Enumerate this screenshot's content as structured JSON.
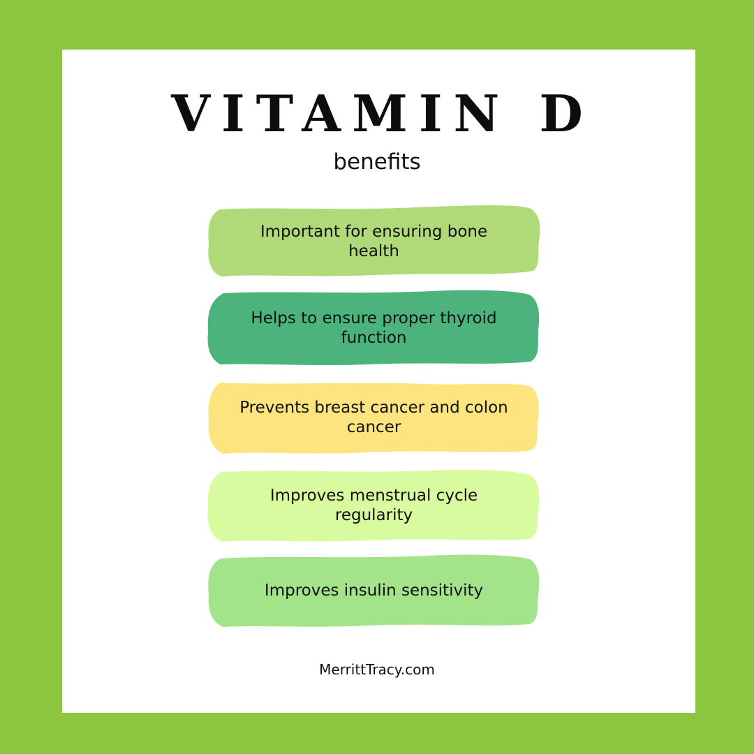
{
  "title": "VITAMIN D",
  "subtitle": "benefits",
  "benefits": [
    {
      "text": "Important for ensuring bone health",
      "color": "#b0d97a"
    },
    {
      "text": "Helps to ensure proper thyroid function",
      "color": "#4db37d"
    },
    {
      "text": "Prevents breast cancer and colon cancer",
      "color": "#fde47e"
    },
    {
      "text": "Improves menstrual cycle regularity",
      "color": "#d8fba0"
    },
    {
      "text": "Improves insulin sensitivity",
      "color": "#a3e38a"
    }
  ],
  "footer": "MerrittTracy.com",
  "colors": {
    "border": "#8cc63f",
    "card": "#ffffff"
  }
}
